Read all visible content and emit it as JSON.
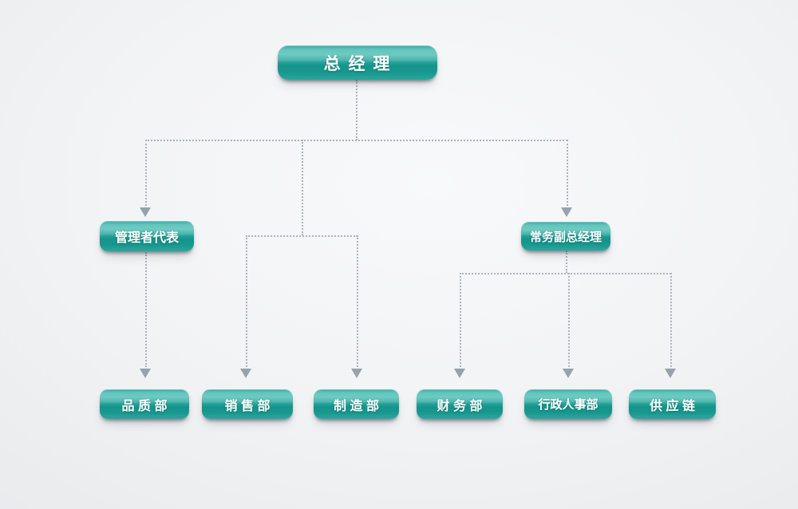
{
  "org_chart": {
    "type": "organization-chart",
    "nodes": {
      "ceo": {
        "label": "总 经 理",
        "level": 1
      },
      "mgr_rep": {
        "label": "管理者代表",
        "level": 2
      },
      "evp": {
        "label": "常务副总经理",
        "level": 2
      },
      "quality": {
        "label": "品 质 部",
        "level": 3
      },
      "sales": {
        "label": "销 售 部",
        "level": 3
      },
      "mfg": {
        "label": "制 造 部",
        "level": 3
      },
      "finance": {
        "label": "财 务 部",
        "level": 3
      },
      "hr": {
        "label": "行政人事部",
        "level": 3
      },
      "supply": {
        "label": "供 应 链",
        "level": 3
      }
    },
    "edges": [
      {
        "from": "ceo",
        "to": "mgr_rep"
      },
      {
        "from": "ceo",
        "to": "sales"
      },
      {
        "from": "ceo",
        "to": "mfg"
      },
      {
        "from": "ceo",
        "to": "evp"
      },
      {
        "from": "mgr_rep",
        "to": "quality"
      },
      {
        "from": "evp",
        "to": "finance"
      },
      {
        "from": "evp",
        "to": "hr"
      },
      {
        "from": "evp",
        "to": "supply"
      }
    ],
    "edge_style": "dotted-with-arrowhead"
  },
  "theme": {
    "node-teal": "#1f9c93",
    "node-teal-light": "#63c5bd",
    "node-teal-dark": "#14948b",
    "node-text-color": "#ffffff",
    "connector-color": "#a9b3bd",
    "arrowhead-color": "#96a2ad",
    "background-color": "#f0f2f4"
  }
}
